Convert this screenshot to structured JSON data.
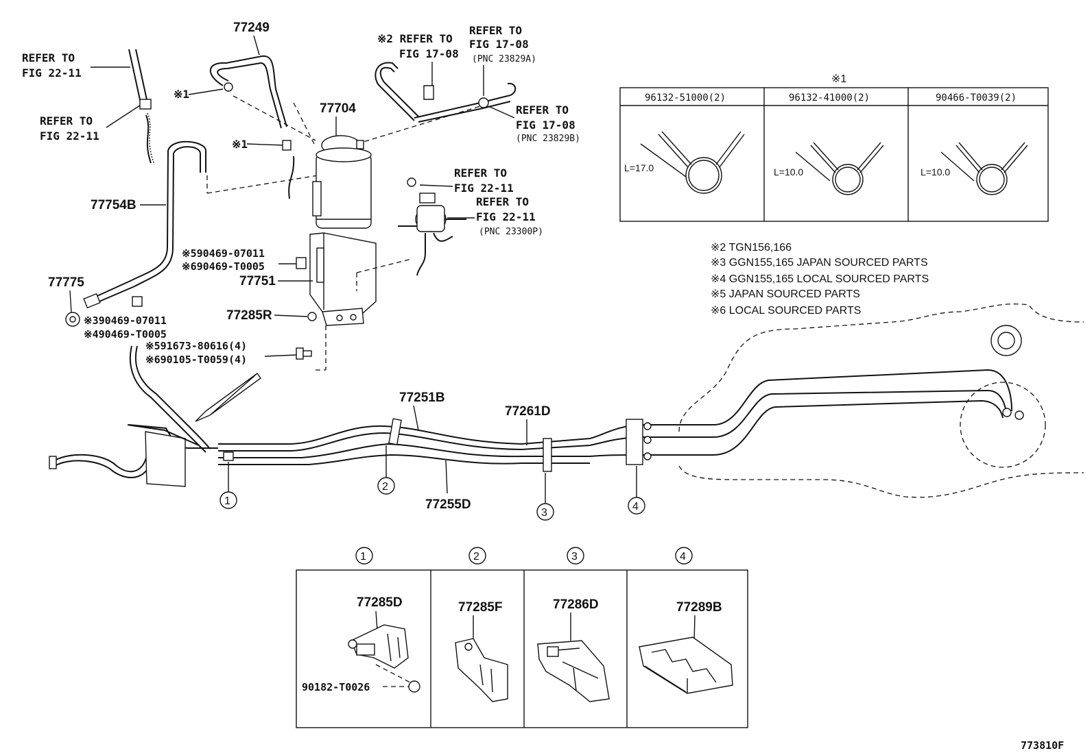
{
  "callouts": {
    "p77249": "77249",
    "p77704": "77704",
    "p77754B": "77754B",
    "p77775": "77775",
    "p77751": "77751",
    "p77285R": "77285R",
    "p77251B": "77251B",
    "p77261D": "77261D",
    "p77255D": "77255D",
    "p77285D": "77285D",
    "p77285F": "77285F",
    "p77286D": "77286D",
    "p77289B": "77289B",
    "p90182": "90182-T0026"
  },
  "references": {
    "refer_to": "REFER TO",
    "fig_22_11": "FIG 22-11",
    "fig_17_08": "FIG 17-08",
    "mark2_refer": "※2 REFER TO",
    "pnc_a": "(PNC 23829A)",
    "pnc_b": "(PNC 23829B)",
    "pnc_p": "(PNC 23300P)"
  },
  "markers": {
    "mark1": "※1"
  },
  "part_codes": {
    "m5_90469_07011": "※590469-07011",
    "m6_90469_T0005": "※690469-T0005",
    "m3_90469_07011": "※390469-07011",
    "m4_90469_T0005": "※490469-T0005",
    "m5_91673": "※591673-80616(4)",
    "m6_90105": "※690105-T0059(4)"
  },
  "clamp_table": {
    "title": "※1",
    "columns": [
      "96132-51000(2)",
      "96132-41000(2)",
      "90466-T0039(2)"
    ],
    "dims": [
      "L=17.0",
      "L=10.0",
      "L=10.0"
    ]
  },
  "notes": [
    "※2 TGN156,166",
    "※3 GGN155,165 JAPAN SOURCED PARTS",
    "※4 GGN155,165 LOCAL SOURCED PARTS",
    "※5 JAPAN SOURCED PARTS",
    "※6 LOCAL SOURCED PARTS"
  ],
  "circled": [
    "①",
    "②",
    "③",
    "④"
  ],
  "figure_id": "773810F"
}
